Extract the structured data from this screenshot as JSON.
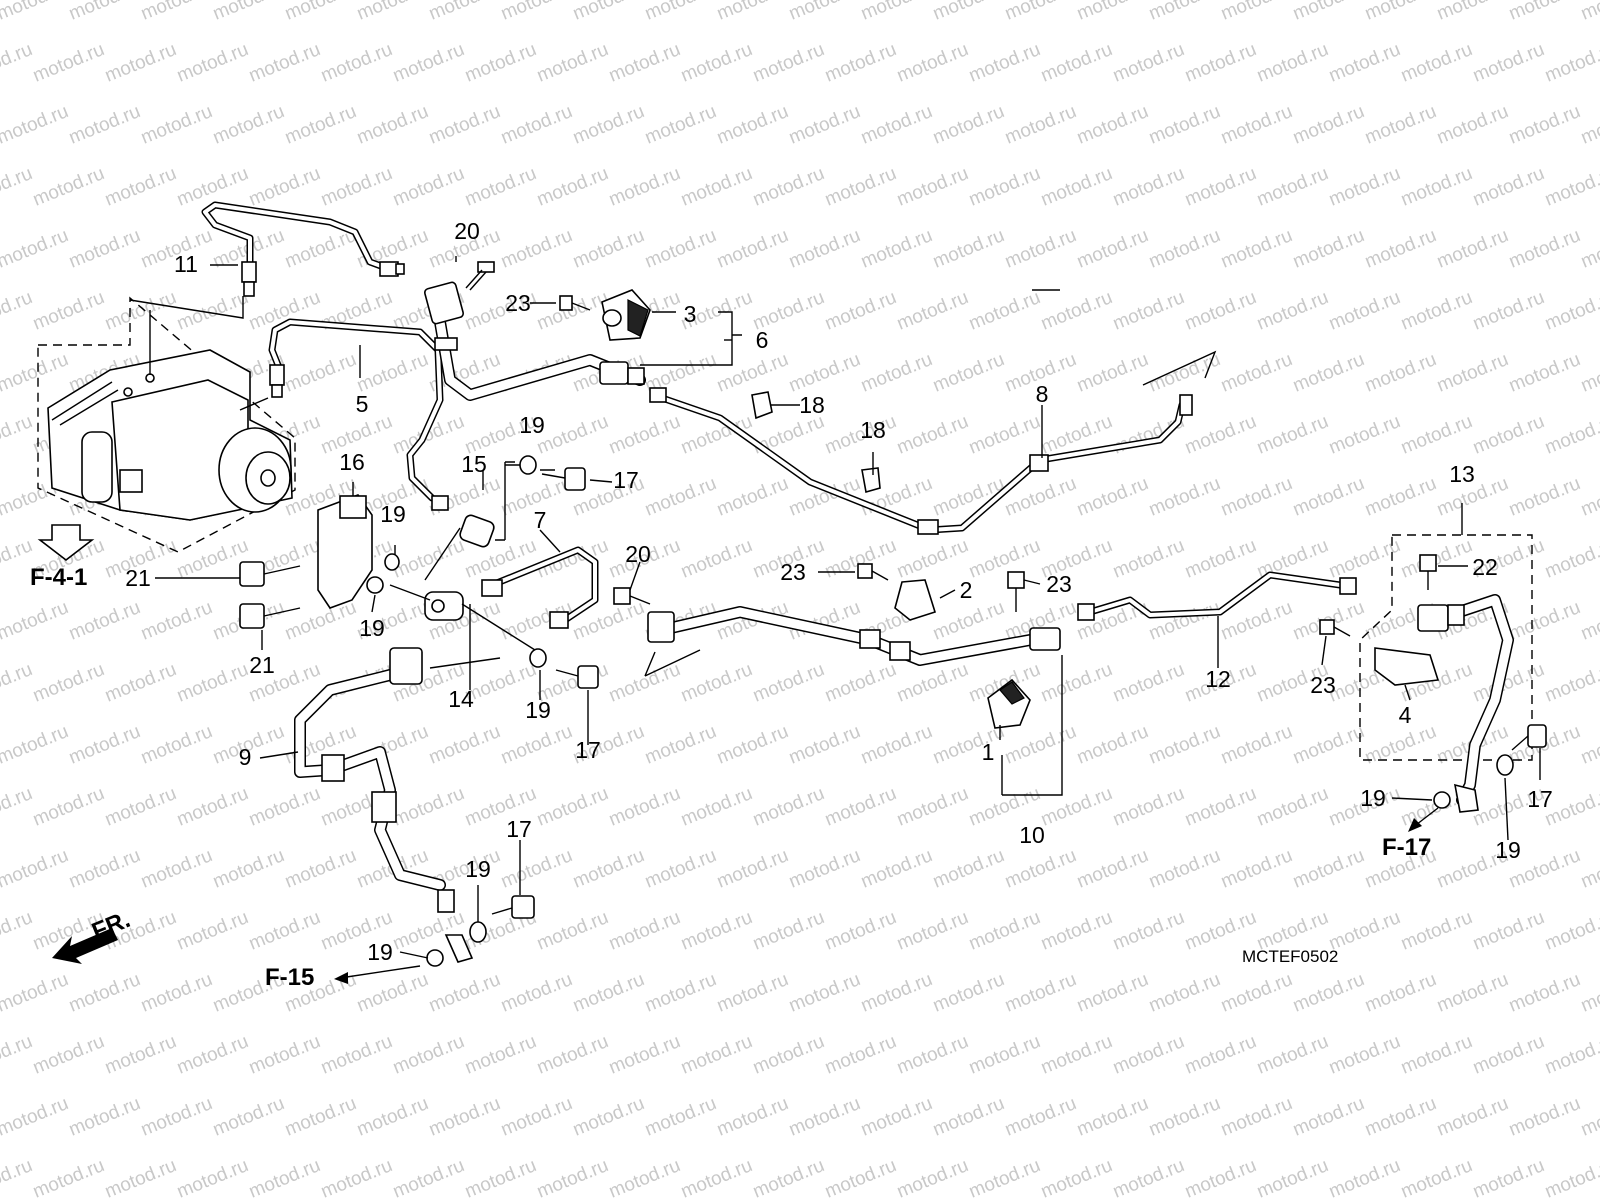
{
  "callouts": {
    "c1": "1",
    "c2": "2",
    "c3": "3",
    "c4": "4",
    "c5": "5",
    "c6": "6",
    "c7": "7",
    "c8": "8",
    "c9": "9",
    "c10": "10",
    "c11": "11",
    "c12": "12",
    "c13": "13",
    "c14": "14",
    "c15": "15",
    "c16": "16",
    "c17": "17",
    "c18": "18",
    "c19": "19",
    "c20": "20",
    "c21": "21",
    "c22": "22",
    "c23": "23"
  },
  "refs": {
    "f41": "F-4-1",
    "f15": "F-15",
    "f17": "F-17",
    "fr": "FR."
  },
  "diagram_code": "MCTEF0502",
  "watermark": "motod.ru"
}
